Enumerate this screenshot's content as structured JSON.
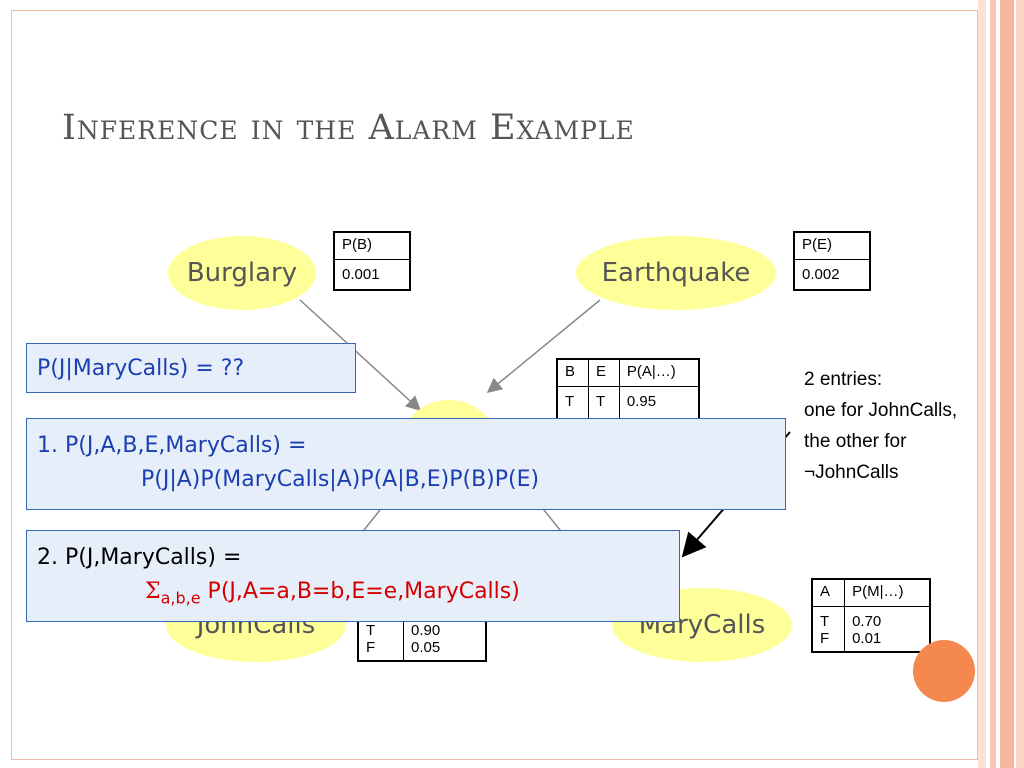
{
  "slide": {
    "title": "Inference in the Alarm Example",
    "accent_color": "#f5884e",
    "node_fill": "#ffff99"
  },
  "nodes": {
    "burglary": "Burglary",
    "earthquake": "Earthquake",
    "johncalls": "JohnCalls",
    "marycalls": "MaryCalls"
  },
  "cpt_b": {
    "header": "P(B)",
    "value": "0.001"
  },
  "cpt_e": {
    "header": "P(E)",
    "value": "0.002"
  },
  "cpt_a": {
    "headers": [
      "B",
      "E",
      "P(A|…)"
    ],
    "first_row": [
      "T",
      "T",
      "0.95"
    ]
  },
  "cpt_j": {
    "rows": [
      [
        "T",
        "0.90"
      ],
      [
        "F",
        "0.05"
      ]
    ]
  },
  "cpt_m": {
    "headers": [
      "A",
      "P(M|…)"
    ],
    "rows": [
      [
        "T",
        "0.70"
      ],
      [
        "F",
        "0.01"
      ]
    ]
  },
  "query_box": {
    "text": "P(J|MaryCalls) = ??"
  },
  "step1": {
    "line1": "1. P(J,A,B,E,MaryCalls) =",
    "line2": "P(J|A)P(MaryCalls|A)P(A|B,E)P(B)P(E)"
  },
  "step2": {
    "line1": "2. P(J,MaryCalls) =",
    "sigma": "Σ",
    "subscript": "a,b,e",
    "expr": "P(J,A=a,B=b,E=e,MaryCalls)"
  },
  "note": {
    "line1": "2 entries:",
    "line2": "one for JohnCalls,",
    "line3": "the other for",
    "line4": "¬JohnCalls"
  }
}
